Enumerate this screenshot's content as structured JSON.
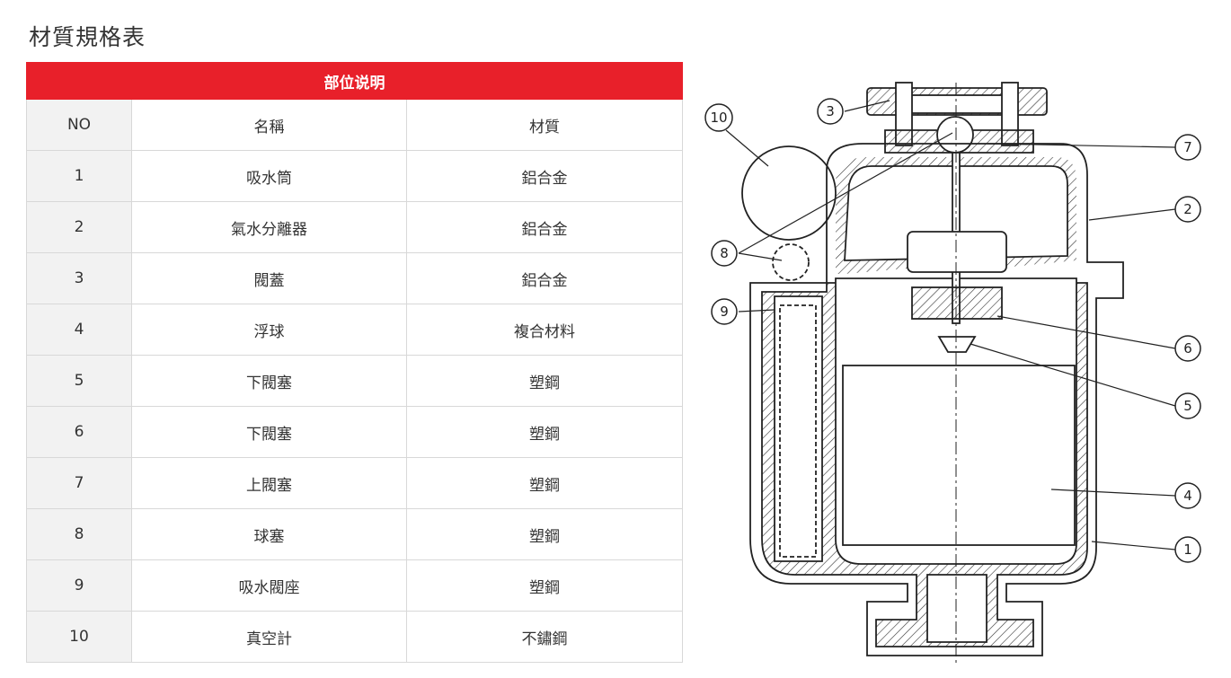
{
  "title": "材質規格表",
  "table": {
    "header": "部位说明",
    "columns": [
      "NO",
      "名稱",
      "材質"
    ],
    "rows": [
      {
        "no": "1",
        "name": "吸水筒",
        "material": "鋁合金"
      },
      {
        "no": "2",
        "name": "氣水分離器",
        "material": "鋁合金"
      },
      {
        "no": "3",
        "name": "閥蓋",
        "material": "鋁合金"
      },
      {
        "no": "4",
        "name": "浮球",
        "material": "複合材料"
      },
      {
        "no": "5",
        "name": "下閥塞",
        "material": "塑鋼"
      },
      {
        "no": "6",
        "name": "下閥塞",
        "material": "塑鋼"
      },
      {
        "no": "7",
        "name": "上閥塞",
        "material": "塑鋼"
      },
      {
        "no": "8",
        "name": "球塞",
        "material": "塑鋼"
      },
      {
        "no": "9",
        "name": "吸水閥座",
        "material": "塑鋼"
      },
      {
        "no": "10",
        "name": "真空計",
        "material": "不鏽鋼"
      }
    ]
  },
  "diagram": {
    "callouts": [
      "1",
      "2",
      "3",
      "4",
      "5",
      "6",
      "7",
      "8",
      "9",
      "10"
    ]
  },
  "colors": {
    "header_bg": "#e8202a",
    "no_column_bg": "#f2f2f2",
    "border": "#d8d8d8"
  }
}
